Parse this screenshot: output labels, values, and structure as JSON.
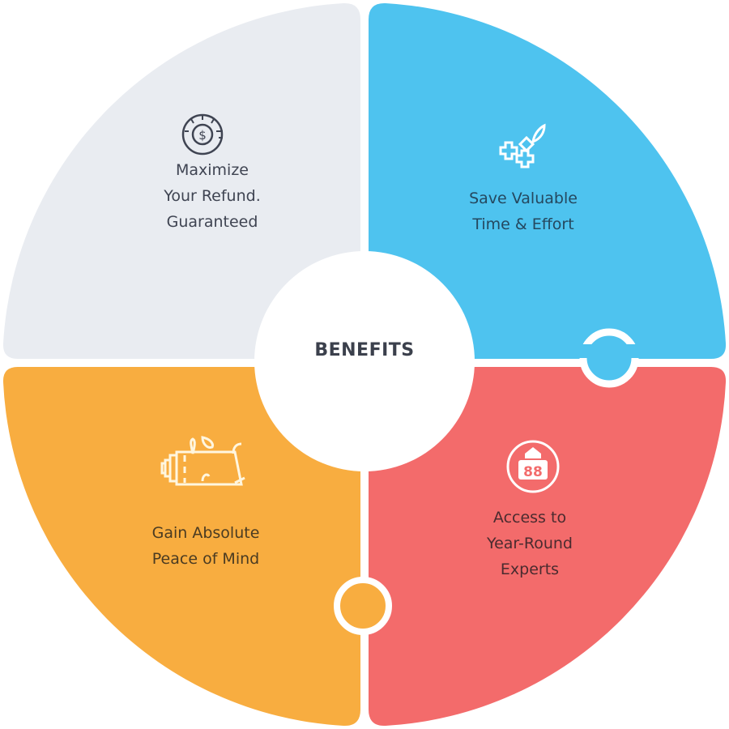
{
  "title": "BENEFITS",
  "colors": {
    "gray": "#e9ecf1",
    "blue": "#4ec3ef",
    "red": "#f36b6b",
    "orange": "#f8ad40",
    "text": "#3f4452"
  },
  "quadrants": [
    {
      "id": "top-left",
      "icon": "coin-dial-icon",
      "lines": [
        "Maximize",
        "Your Refund.",
        "Guaranteed"
      ]
    },
    {
      "id": "top-right",
      "icon": "puzzle-leaf-icon",
      "lines": [
        "Save Valuable",
        "Time & Effort"
      ]
    },
    {
      "id": "bottom-left",
      "icon": "gift-box-icon",
      "lines": [
        "Gain Absolute",
        "Peace of Mind"
      ]
    },
    {
      "id": "bottom-right",
      "icon": "expert-badge-icon",
      "badge_text": "88",
      "lines": [
        "Access to",
        "Year-Round",
        "Experts"
      ]
    }
  ]
}
